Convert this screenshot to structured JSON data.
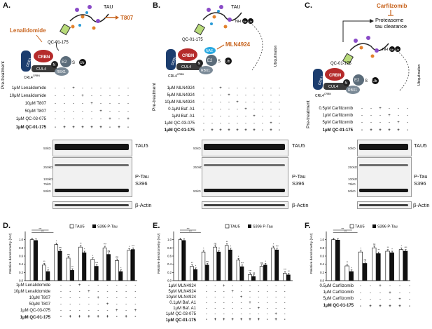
{
  "panels": {
    "A": {
      "label": "A.",
      "schematic": {
        "tau": "TAU",
        "site": "T807",
        "drug": "Lenalidomide",
        "linker": "QC-01-175",
        "crbn": "CRBN",
        "ddb1": "DDB1",
        "cul4": "CUL4",
        "rbx1": "RBX1",
        "e2": "E2",
        "ub": "Ub",
        "s": "S",
        "crl4": "CRL4",
        "crl4_sup": "CRBN",
        "n": "N"
      },
      "pretreatment": "Pre-treatment",
      "conditions": [
        "1μM Lenalidomide",
        "10μM Lenalidomide",
        "10μM T807",
        "50μM T807",
        "1μM QC-03-075",
        "1μM QC-01-175"
      ]
    },
    "B": {
      "label": "B.",
      "schematic": {
        "tau": "TAU",
        "drug": "MLN4924",
        "linker": "QC-01-175",
        "nae": "NAE",
        "crbn": "CRBN",
        "ddb1": "DDB1",
        "cul4": "CUL4",
        "rbx1": "RBX1",
        "e2": "E2",
        "ub": "Ub",
        "s": "S",
        "nh": "NH",
        "ubiquitination": "Ubiquitination",
        "crl4": "CRL4",
        "crl4_sup": "CRBN",
        "n": "N"
      },
      "pretreatment": "Pre-treatment",
      "conditions": [
        "1μM MLN4924",
        "5μM MLN4924",
        "10μM MLN4924",
        "0.1μM Baf. A1",
        "1μM Baf. A1",
        "1μM QC-03-075",
        "1μM QC-01-175"
      ]
    },
    "C": {
      "label": "C.",
      "schematic": {
        "drug": "Carfilzomib",
        "outcome_line1": "Proteasome",
        "outcome_line2": "tau clearance",
        "linker": "QC-01-175",
        "crbn": "CRBN",
        "ddb1": "DDB1",
        "cul4": "CUL4",
        "rbx1": "RBX1",
        "e2": "E2",
        "ub": "Ub",
        "s": "S",
        "nh": "NH",
        "ubiquitination": "Ubiquitination",
        "crl4": "CRL4",
        "crl4_sup": "CRBN",
        "n": "N"
      },
      "pretreatment": "Pre-treatment",
      "conditions": [
        "0.5μM Carfilzomib",
        "1μM Carfilzomib",
        "5μM Carfilzomib",
        "1μM QC-01-175"
      ]
    },
    "D": {
      "label": "D.",
      "conditions": [
        "1μM Lenalidomide",
        "10μM Lenalidomide",
        "10μM T807",
        "50μM T807",
        "1μM QC-03-075",
        "1μM QC-01-175"
      ]
    },
    "E": {
      "label": "E.",
      "conditions": [
        "1μM MLN4924",
        "5μM MLN4924",
        "10μM MLN4924",
        "0.1μM Baf. A1",
        "1μM Baf. A1",
        "1μM QC-03-075",
        "1μM QC-01-175"
      ]
    },
    "F": {
      "label": "F.",
      "conditions": [
        "0.5μM Carfilzomib",
        "1μM Carfilzomib",
        "5μM Carfilzomib",
        "1μM QC-01-175"
      ]
    }
  },
  "blots": {
    "tau5": "TAU5",
    "ptau_line1": "P-Tau",
    "ptau_line2": "S396",
    "actin": "β-Actin",
    "mw": {
      "m50": "50kD",
      "m250": "250kD",
      "m100": "100kD",
      "m75": "75kD"
    }
  },
  "signs": {
    "plus": "+",
    "minus": "-"
  },
  "chart_common": {
    "ylabel": "Relative densitometry (AU)",
    "legend": [
      "TAU5",
      "S396 P-Tau"
    ],
    "sig": [
      "***",
      "**",
      "*",
      "ns"
    ]
  },
  "chart_data": [
    {
      "type": "bar",
      "panel": "D",
      "ylabel": "Relative densitometry (AU)",
      "ylim": [
        0,
        1.2
      ],
      "yticks": [
        "0.0",
        "0.2",
        "0.4",
        "0.6",
        "0.8",
        "1.0"
      ],
      "categories": [
        "1",
        "2",
        "3",
        "4",
        "5",
        "6",
        "7",
        "8",
        "9"
      ],
      "series": [
        {
          "name": "TAU5",
          "values": [
            1.0,
            0.38,
            0.88,
            0.55,
            0.82,
            0.52,
            0.8,
            0.49,
            0.74
          ]
        },
        {
          "name": "S396 P-Tau",
          "values": [
            0.98,
            0.22,
            0.72,
            0.25,
            0.68,
            0.35,
            0.64,
            0.22,
            0.76
          ]
        }
      ]
    },
    {
      "type": "bar",
      "panel": "E",
      "ylabel": "Relative densitometry (AU)",
      "ylim": [
        0,
        1.2
      ],
      "yticks": [
        "0.0",
        "0.2",
        "0.4",
        "0.6",
        "0.8",
        "1.0"
      ],
      "categories": [
        "1",
        "2",
        "3",
        "4",
        "5",
        "6",
        "7",
        "8",
        "9",
        "10"
      ],
      "series": [
        {
          "name": "TAU5",
          "values": [
            1.0,
            0.35,
            0.7,
            0.82,
            0.86,
            0.5,
            0.15,
            0.35,
            0.8,
            0.18
          ]
        },
        {
          "name": "S396 P-Tau",
          "values": [
            0.98,
            0.27,
            0.38,
            0.7,
            0.75,
            0.34,
            0.1,
            0.38,
            0.75,
            0.14
          ]
        }
      ]
    },
    {
      "type": "bar",
      "panel": "F",
      "ylabel": "Relative densitometry (AU)",
      "ylim": [
        0,
        1.2
      ],
      "yticks": [
        "0.0",
        "0.2",
        "0.4",
        "0.6",
        "0.8",
        "1.0"
      ],
      "categories": [
        "1",
        "2",
        "3",
        "4",
        "5",
        "6"
      ],
      "series": [
        {
          "name": "TAU5",
          "values": [
            1.0,
            0.36,
            0.7,
            0.8,
            0.72,
            0.76
          ]
        },
        {
          "name": "S396 P-Tau",
          "values": [
            0.99,
            0.22,
            0.42,
            0.66,
            0.68,
            0.72
          ]
        }
      ]
    }
  ]
}
